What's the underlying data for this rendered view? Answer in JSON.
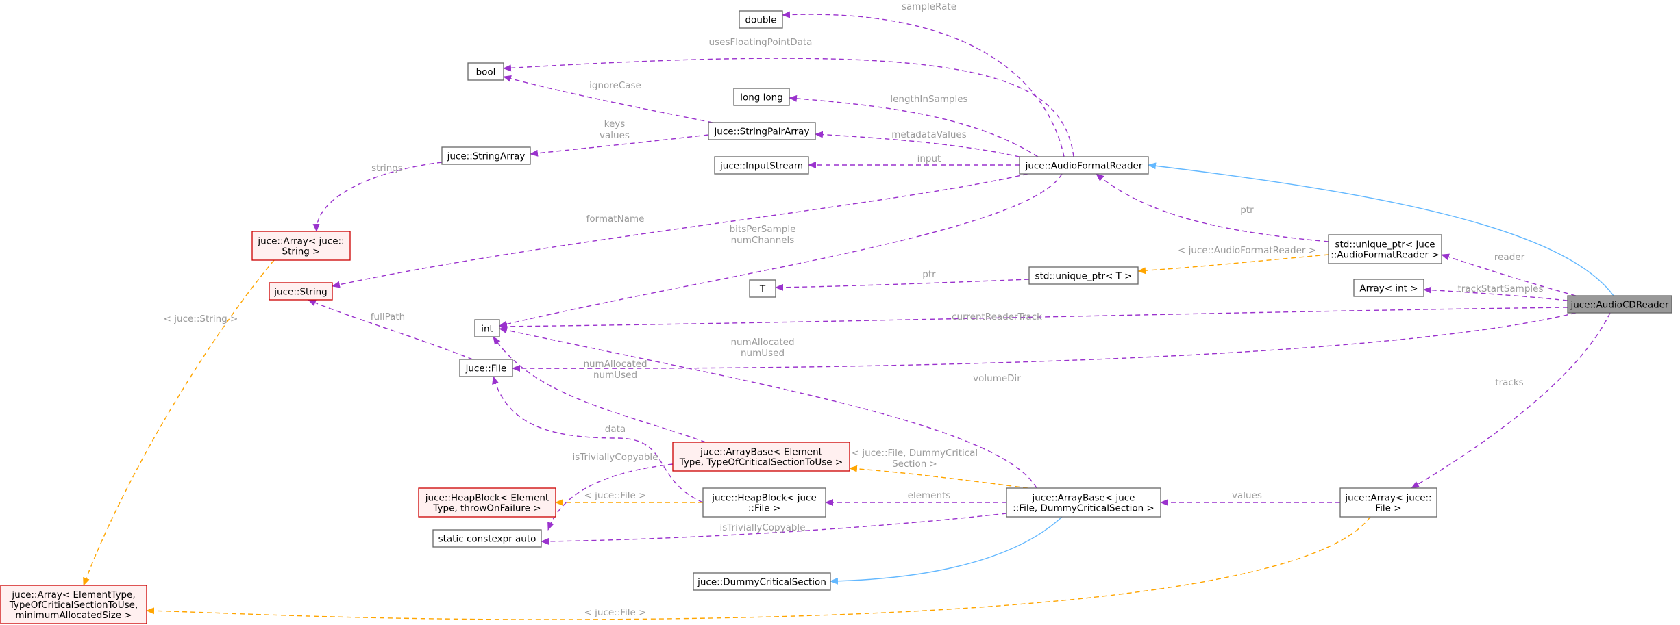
{
  "colors": {
    "node_border": "#666666",
    "node_fill": "#ffffff",
    "focus_fill": "#999999",
    "focus_border": "#666666",
    "template_border": "#cc0000",
    "template_fill": "#fff0f0",
    "member_edge": "#9a32cd",
    "inherit_edge": "#63b8ff",
    "template_edge": "#ffa500",
    "edge_label": "#9a9a9a"
  },
  "nodes": [
    {
      "id": "double",
      "lines": [
        "double"
      ],
      "style": "normal"
    },
    {
      "id": "bool",
      "lines": [
        "bool"
      ],
      "style": "normal"
    },
    {
      "id": "longlong",
      "lines": [
        "long long"
      ],
      "style": "normal"
    },
    {
      "id": "stringpairarray",
      "lines": [
        "juce::StringPairArray"
      ],
      "style": "normal"
    },
    {
      "id": "inputstream",
      "lines": [
        "juce::InputStream"
      ],
      "style": "normal"
    },
    {
      "id": "audioformatreader",
      "lines": [
        "juce::AudioFormatReader"
      ],
      "style": "normal"
    },
    {
      "id": "stringarray",
      "lines": [
        "juce::StringArray"
      ],
      "style": "normal"
    },
    {
      "id": "arraystring",
      "lines": [
        "juce::Array< juce::",
        "String >"
      ],
      "style": "template"
    },
    {
      "id": "string",
      "lines": [
        "juce::String"
      ],
      "style": "template"
    },
    {
      "id": "uniqueptr_afr",
      "lines": [
        "std::unique_ptr< juce",
        "::AudioFormatReader >"
      ],
      "style": "normal"
    },
    {
      "id": "uniqueptr_t",
      "lines": [
        "std::unique_ptr< T >"
      ],
      "style": "normal"
    },
    {
      "id": "T",
      "lines": [
        "T"
      ],
      "style": "normal"
    },
    {
      "id": "arrayint",
      "lines": [
        "Array< int >"
      ],
      "style": "normal"
    },
    {
      "id": "audiocdreader",
      "lines": [
        "juce::AudioCDReader"
      ],
      "style": "focus"
    },
    {
      "id": "int",
      "lines": [
        "int"
      ],
      "style": "normal"
    },
    {
      "id": "file",
      "lines": [
        "juce::File"
      ],
      "style": "normal"
    },
    {
      "id": "arraybase_tpl",
      "lines": [
        "juce::ArrayBase< Element",
        "Type, TypeOfCriticalSectionToUse >"
      ],
      "style": "template"
    },
    {
      "id": "heapblock_tpl",
      "lines": [
        "juce::HeapBlock< Element",
        "Type, throwOnFailure >"
      ],
      "style": "template"
    },
    {
      "id": "heapblock_file",
      "lines": [
        "juce::HeapBlock< juce",
        "::File >"
      ],
      "style": "normal"
    },
    {
      "id": "arraybase_file",
      "lines": [
        "juce::ArrayBase< juce",
        "::File, DummyCriticalSection >"
      ],
      "style": "normal"
    },
    {
      "id": "arrayfile",
      "lines": [
        "juce::Array< juce::",
        "File >"
      ],
      "style": "normal"
    },
    {
      "id": "constexprauto",
      "lines": [
        "static constexpr auto"
      ],
      "style": "normal"
    },
    {
      "id": "dummycs",
      "lines": [
        "juce::DummyCriticalSection"
      ],
      "style": "normal"
    },
    {
      "id": "array_tpl",
      "lines": [
        "juce::Array< ElementType,",
        "TypeOfCriticalSectionToUse,",
        "minimumAllocatedSize >"
      ],
      "style": "template"
    }
  ],
  "edges": [
    {
      "id": "e_samplerate",
      "kind": "member",
      "labels": [
        "sampleRate"
      ]
    },
    {
      "id": "e_usesfloat",
      "kind": "member",
      "labels": [
        "usesFloatingPointData"
      ]
    },
    {
      "id": "e_ignorecase",
      "kind": "member",
      "labels": [
        "ignoreCase"
      ]
    },
    {
      "id": "e_lengthinsamples",
      "kind": "member",
      "labels": [
        "lengthInSamples"
      ]
    },
    {
      "id": "e_metadatavalues",
      "kind": "member",
      "labels": [
        "metadataValues"
      ]
    },
    {
      "id": "e_keysvalues",
      "kind": "member",
      "labels": [
        "keys",
        "values"
      ]
    },
    {
      "id": "e_input",
      "kind": "member",
      "labels": [
        "input"
      ]
    },
    {
      "id": "e_strings",
      "kind": "member",
      "labels": [
        "strings"
      ]
    },
    {
      "id": "e_formatname",
      "kind": "member",
      "labels": [
        "formatName"
      ]
    },
    {
      "id": "e_bitspersample",
      "kind": "member",
      "labels": [
        "bitsPerSample",
        "numChannels"
      ]
    },
    {
      "id": "e_ptr_afr",
      "kind": "member",
      "labels": [
        "ptr"
      ]
    },
    {
      "id": "e_tpl_afr",
      "kind": "template",
      "labels": [
        "< juce::AudioFormatReader >"
      ]
    },
    {
      "id": "e_ptr_t",
      "kind": "member",
      "labels": [
        "ptr"
      ]
    },
    {
      "id": "e_inherit_afr",
      "kind": "inherit",
      "labels": []
    },
    {
      "id": "e_reader",
      "kind": "member",
      "labels": [
        "reader"
      ]
    },
    {
      "id": "e_trackstart",
      "kind": "member",
      "labels": [
        "trackStartSamples"
      ]
    },
    {
      "id": "e_currentreader",
      "kind": "member",
      "labels": [
        "currentReaderTrack"
      ]
    },
    {
      "id": "e_volumedir",
      "kind": "member",
      "labels": [
        "volumeDir"
      ]
    },
    {
      "id": "e_tracks",
      "kind": "member",
      "labels": [
        "tracks"
      ]
    },
    {
      "id": "e_fullpath",
      "kind": "member",
      "labels": [
        "fullPath"
      ]
    },
    {
      "id": "e_tpl_string",
      "kind": "template",
      "labels": [
        "< juce::String >"
      ]
    },
    {
      "id": "e_numalloc_tpl",
      "kind": "member",
      "labels": [
        "numAllocated",
        "numUsed"
      ]
    },
    {
      "id": "e_numalloc_file",
      "kind": "member",
      "labels": [
        "numAllocated",
        "numUsed"
      ]
    },
    {
      "id": "e_data",
      "kind": "member",
      "labels": [
        "data"
      ]
    },
    {
      "id": "e_trivially_tpl",
      "kind": "member",
      "labels": [
        "isTriviallyCopyable"
      ]
    },
    {
      "id": "e_tpl_heapfile",
      "kind": "template",
      "labels": [
        "< juce::File >"
      ]
    },
    {
      "id": "e_tpl_arraybase",
      "kind": "template",
      "labels": [
        "< juce::File, DummyCritical",
        "Section >"
      ]
    },
    {
      "id": "e_elements",
      "kind": "member",
      "labels": [
        "elements"
      ]
    },
    {
      "id": "e_trivially_file",
      "kind": "member",
      "labels": [
        "isTriviallyCopyable"
      ]
    },
    {
      "id": "e_values",
      "kind": "member",
      "labels": [
        "values"
      ]
    },
    {
      "id": "e_inherit_dummy",
      "kind": "inherit",
      "labels": []
    },
    {
      "id": "e_tpl_file",
      "kind": "template",
      "labels": [
        "< juce::File >"
      ]
    }
  ]
}
